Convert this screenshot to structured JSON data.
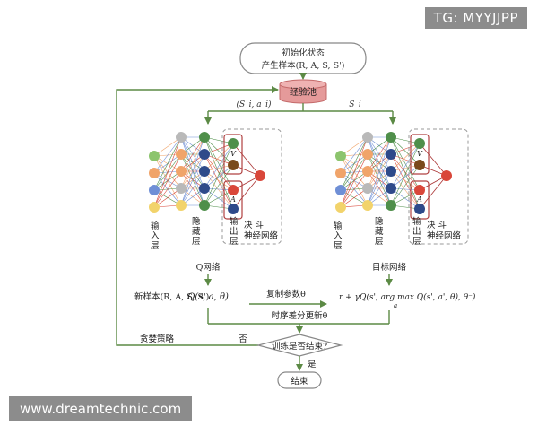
{
  "watermark_top": "TG: MYYJJPP",
  "watermark_bottom": "www.dreamtechnic.com",
  "init_box": {
    "line1": "初始化状态",
    "line2": "产生样本(R, A, S, S')"
  },
  "pool": "经验池",
  "left_branch_label": "(S_i, a_i)",
  "right_branch_label": "S_i",
  "layers": {
    "input": [
      "输",
      "入",
      "层"
    ],
    "hidden": [
      "隐",
      "藏",
      "层"
    ],
    "output": [
      "输",
      "出",
      "层"
    ],
    "duel": [
      "决 斗",
      "神经网络"
    ]
  },
  "nodes": {
    "v": "V",
    "a": "A"
  },
  "q_network_title": "Q网络",
  "q_formula": "Q(s, a, θ)",
  "target_network_title": "目标网络",
  "target_formula": "r + γQ(s', arg max Q(s', a', θ), θ⁻)",
  "target_formula_sub": "a",
  "copy_params": "复制参数θ",
  "new_sample": "新样本(R, A, S, S')",
  "td_update": "时序差分更新θ",
  "greedy": "贪婪策略",
  "decision": "训练是否结束?",
  "no": "否",
  "yes": "是",
  "end": "结束",
  "colors": {
    "arrow": "#5c8a45",
    "pool": "#e59a9a",
    "node_green": "#8cc46d",
    "node_orange": "#f0a46a",
    "node_blue": "#6f8fd6",
    "node_yellow": "#f2d36b",
    "node_gray": "#b9b9b9",
    "node_dark_green": "#4f8f4a",
    "node_red": "#d9473a",
    "node_navy": "#2e4a8a",
    "node_brown": "#7a4a1c"
  }
}
